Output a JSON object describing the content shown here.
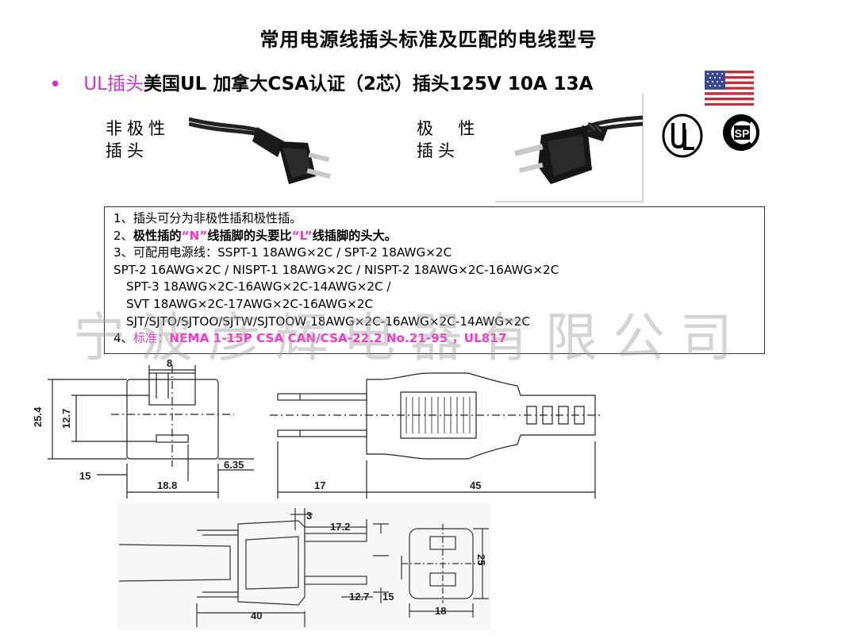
{
  "title": "常用电源线插头标准及匹配的电线型号",
  "bullet": {
    "prefix": "UL插头",
    "text": "美国UL 加拿大CSA认证（2芯）插头125V 10A 13A"
  },
  "plugs": {
    "non_polar_label_1": "非极性",
    "non_polar_label_2": "插头",
    "polar_label_1": "极  性",
    "polar_label_2": "插头"
  },
  "logos": {
    "ul": "UL",
    "csa": "SP"
  },
  "notes": {
    "line1": "1、插头可分为非极性插和极性插。",
    "line2_prefix": "2、",
    "line2_bold_a": "极性插的",
    "line2_n": "“N”",
    "line2_bold_b": "线插脚的头要比",
    "line2_l": "“L”",
    "line2_bold_c": "线插脚的头大。",
    "line3": "3、可配用电源线：SSPT-1 18AWG×2C / SPT-2 18AWG×2C",
    "line4": "SPT-2 16AWG×2C / NISPT-1 18AWG×2C /  NISPT-2 18AWG×2C-16AWG×2C",
    "line5": "SPT-3 18AWG×2C-16AWG×2C-14AWG×2C /",
    "line6": "SVT 18AWG×2C-17AWG×2C-16AWG×2C",
    "line7": "SJT/SJTO/SJTOO/SJTW/SJTOOW 18AWG×2C-16AWG×2C-14AWG×2C",
    "line8_prefix": "4、",
    "line8_label": "标准：",
    "line8_value": "NEMA 1-15P CSA CAN/CSA-22.2 No.21-95 ，UL817"
  },
  "watermark": "宁波彦辉电器有限公司",
  "dims_top": {
    "d8": "8",
    "d25_4": "25.4",
    "d12_7": "12.7",
    "d6_35": "6.35",
    "d15": "15",
    "d18_8": "18.8",
    "d17": "17",
    "d45": "45"
  },
  "dims_bottom": {
    "d3": "3",
    "d17_2": "17.2",
    "d12_7": "12.7",
    "d15": "15",
    "d40": "40",
    "d25": "25",
    "d18": "18"
  }
}
